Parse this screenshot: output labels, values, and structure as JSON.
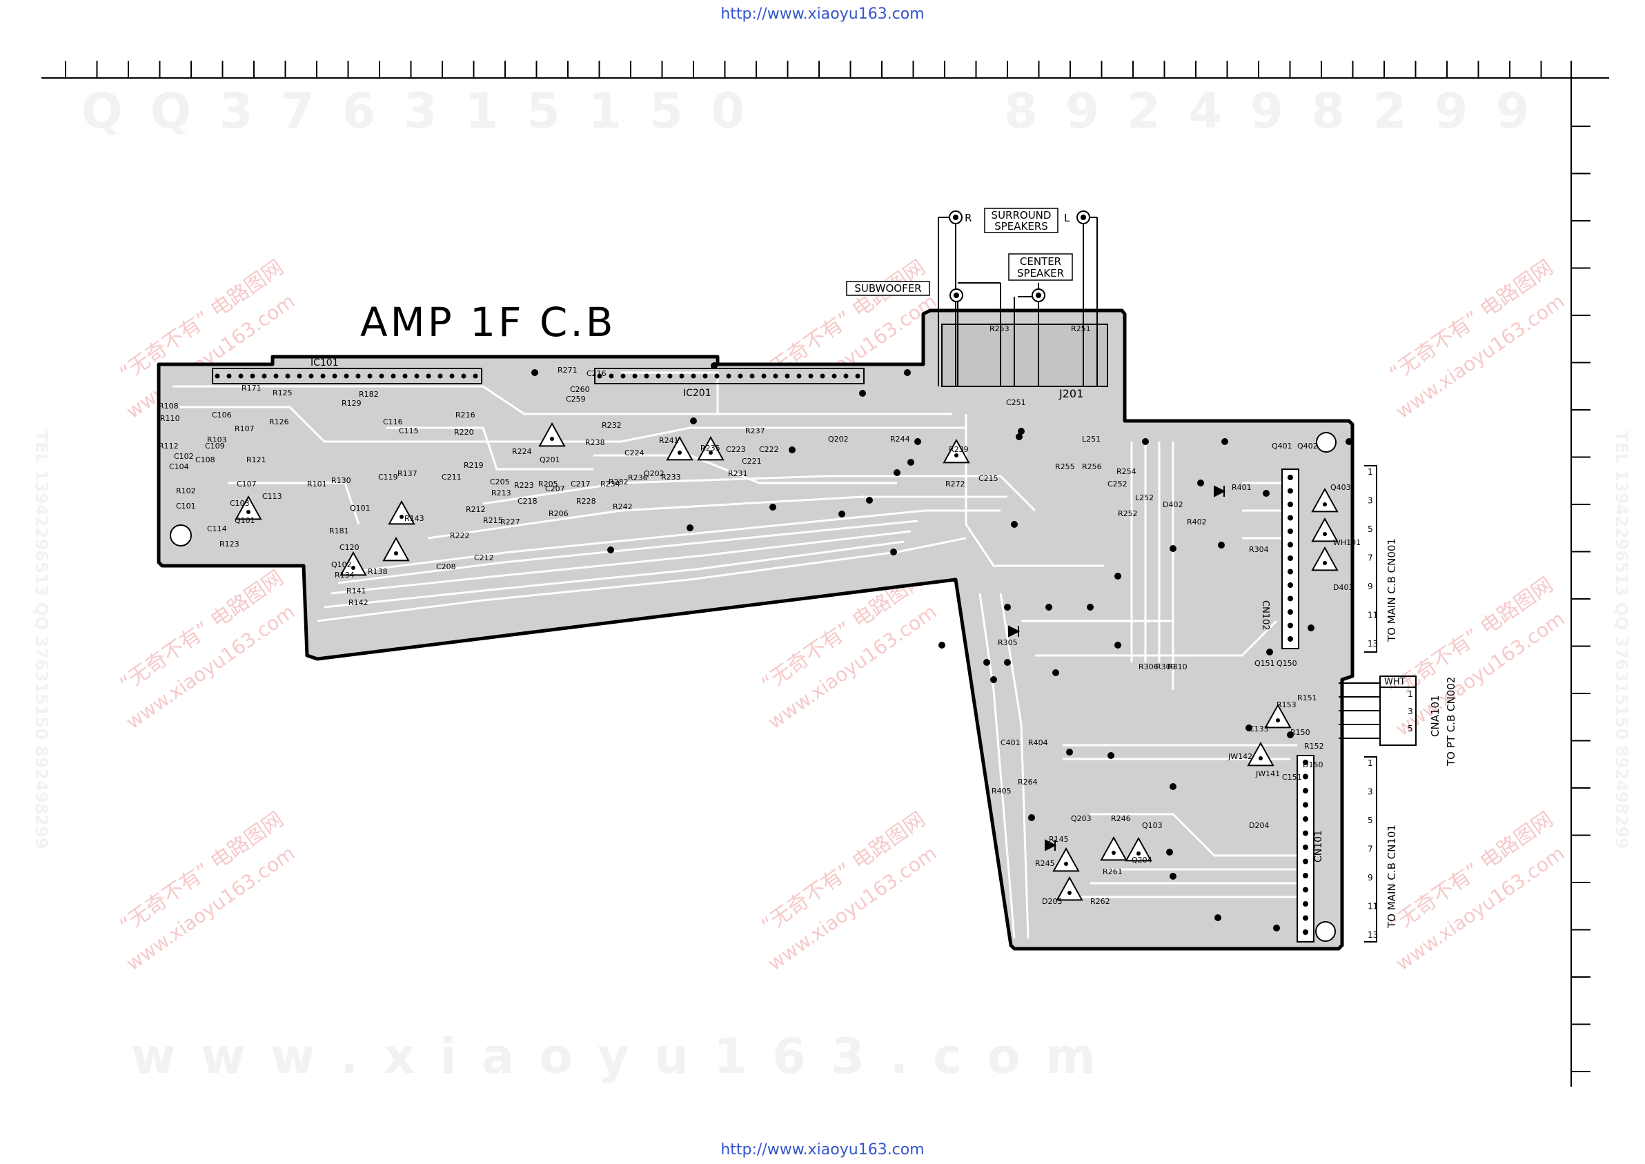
{
  "header_url": "http://www.xiaoyu163.com",
  "footer_url": "http://www.xiaoyu163.com",
  "watermarks": {
    "qq_left": "Q Q   3 7 6 3 1 5 1 5 0",
    "qq_right": "8 9 2 4 9 8 2 9 9",
    "site_bottom": "w w w . x i a o y u 1 6 3 . c o m",
    "tel_left": "TEL 13942296513 QQ 376315150 892498299",
    "tel_right": "TEL 13942296513 QQ 376315150 892498299",
    "red_brand": "“无奇不有” 电路图网",
    "red_site": "www.xiaoyu163.com"
  },
  "board": {
    "title": "AMP 1F C.B",
    "ic_labels": [
      "IC101",
      "IC201"
    ],
    "output_labels": {
      "surround": [
        "SURROUND",
        "SPEAKERS"
      ],
      "center": [
        "CENTER",
        "SPEAKER"
      ],
      "subwoofer": "SUBWOOFER",
      "right": "R",
      "left": "L"
    },
    "jack": "J201",
    "connectors": {
      "cn001": {
        "pins": [
          "1",
          "3",
          "5",
          "7",
          "9",
          "11",
          "13"
        ],
        "label": "TO MAIN C.B CN001",
        "ref": "CN102"
      },
      "cna101": {
        "pins": [
          "1",
          "3",
          "5"
        ],
        "wire_label": "WHT",
        "label_ref": "CNA101",
        "label": "TO PT C.B CN002"
      },
      "cn101": {
        "pins": [
          "1",
          "3",
          "5",
          "7",
          "9",
          "11",
          "13"
        ],
        "label": "TO MAIN C.B CN101",
        "ref": "CN101"
      }
    },
    "components": [
      "C104",
      "R108",
      "R110",
      "R112",
      "C102",
      "R102",
      "C101",
      "C108",
      "C109",
      "R103",
      "C106",
      "R107",
      "R171",
      "R125",
      "R126",
      "R121",
      "C107",
      "C103",
      "Q101",
      "R123",
      "C113",
      "C114",
      "R101",
      "R130",
      "R129",
      "R182",
      "R181",
      "Q102",
      "R134",
      "R138",
      "R142",
      "R141",
      "C120",
      "Q101",
      "C116",
      "C115",
      "C119",
      "R143",
      "R137",
      "C208",
      "C212",
      "R216",
      "R220",
      "R219",
      "C211",
      "R222",
      "R212",
      "C205",
      "R213",
      "R215",
      "C218",
      "R224",
      "R223",
      "R205",
      "C207",
      "R206",
      "Q201",
      "R227",
      "C217",
      "R228",
      "R232",
      "R238",
      "R234",
      "R282",
      "R236",
      "R242",
      "C224",
      "Q202",
      "R241",
      "R233",
      "R235",
      "R231",
      "C223",
      "R237",
      "C222",
      "C221",
      "Q202",
      "R244",
      "R239",
      "R272",
      "C215",
      "R271",
      "C216",
      "C260",
      "C259",
      "R253",
      "R251",
      "C251",
      "R255",
      "R256",
      "L251",
      "L252",
      "C252",
      "R254",
      "R252",
      "D402",
      "R402",
      "R401",
      "Q401",
      "Q402",
      "Q403",
      "WH101",
      "D403",
      "R304",
      "R305",
      "R306",
      "R309",
      "R310",
      "Q151",
      "Q150",
      "R153",
      "R151",
      "C133",
      "R150",
      "R152",
      "D150",
      "C151",
      "JW141",
      "JW142",
      "C401",
      "R404",
      "R405",
      "R264",
      "D204",
      "Q203",
      "R145",
      "R245",
      "R246",
      "Q103",
      "Q204",
      "R261",
      "D203",
      "R262"
    ]
  }
}
